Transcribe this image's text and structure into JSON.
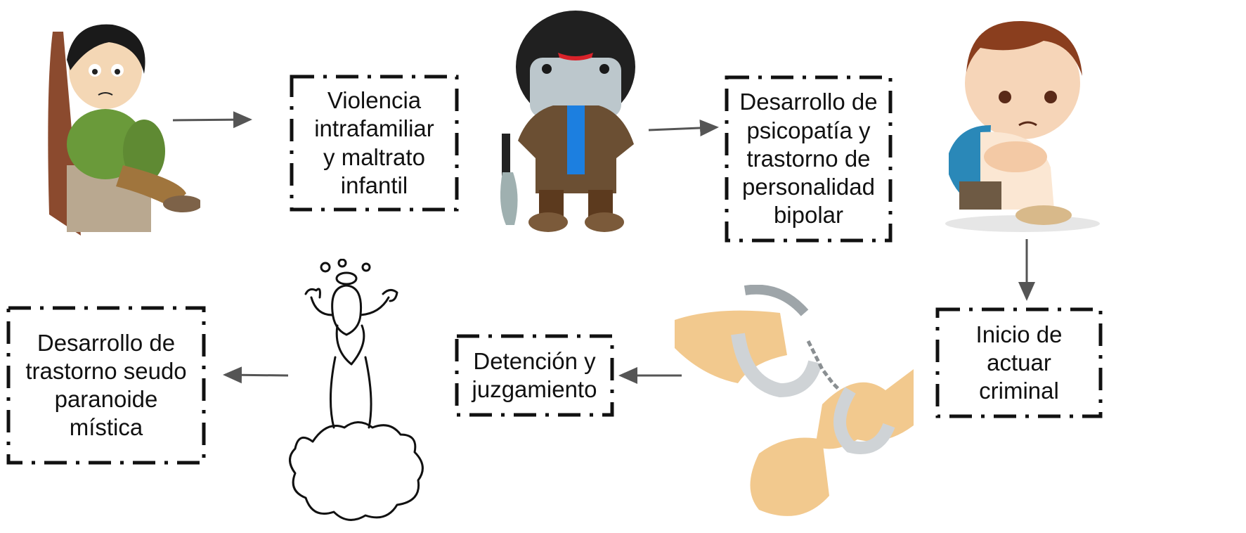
{
  "diagram": {
    "nodes": [
      {
        "id": "violencia",
        "label": "Violencia\nintrafamiliar\ny maltrato\ninfantil"
      },
      {
        "id": "psicopatia",
        "label": "Desarrollo de\npsicopatía y\ntrastorno de\npersonalidad\nbipolar"
      },
      {
        "id": "criminal",
        "label": "Inicio de\nactuar\ncriminal"
      },
      {
        "id": "detencion",
        "label": "Detención y\njuzgamiento"
      },
      {
        "id": "seudo",
        "label": "Desarrollo de\ntrastorno seudo\nparanoide\nmística"
      }
    ],
    "illustrations": [
      "crying-boy-icon",
      "masked-killer-icon",
      "sad-child-icon",
      "handcuffs-icon",
      "praying-man-on-cloud-icon"
    ],
    "colors": {
      "border": "#111111",
      "arrow": "#555555",
      "text": "#111111"
    }
  }
}
